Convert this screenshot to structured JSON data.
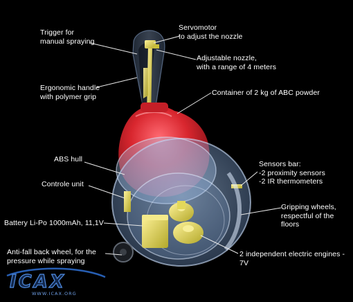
{
  "callouts": [
    {
      "id": "trigger",
      "text": "Trigger for\nmanual spraying"
    },
    {
      "id": "servomotor",
      "text": "Servomotor\nto adjust the nozzle"
    },
    {
      "id": "nozzle",
      "text": "Adjustable nozzle,\nwith a range of 4 meters"
    },
    {
      "id": "handle",
      "text": "Ergonomic handle\nwith polymer grip"
    },
    {
      "id": "container",
      "text": "Container of 2 kg of ABC powder"
    },
    {
      "id": "hull",
      "text": "ABS hull"
    },
    {
      "id": "control",
      "text": "Controle unit"
    },
    {
      "id": "sensors",
      "text": "Sensors bar:\n-2 proximity sensors\n-2 IR thermometers"
    },
    {
      "id": "gripping",
      "text": "Gripping wheels,\nrespectful of the floors"
    },
    {
      "id": "battery",
      "text": "Battery Li-Po 1000mAh, 11,1V"
    },
    {
      "id": "antifall",
      "text": "Anti-fall back wheel, for the\npressure while spraying"
    },
    {
      "id": "engines",
      "text": "2 independent electric engines - 7V"
    }
  ],
  "watermark": {
    "logo_text": "ICAX",
    "url": "WWW.ICAX.ORG"
  },
  "colors": {
    "background": "#000000",
    "label": "#ffffff",
    "leader_line": "#e8e8e8",
    "container_red": "#d8262e",
    "part_yellow": "#dcd34a",
    "hull_blue": "#9fc3ef",
    "logo_blue": "#2e6fd1"
  }
}
